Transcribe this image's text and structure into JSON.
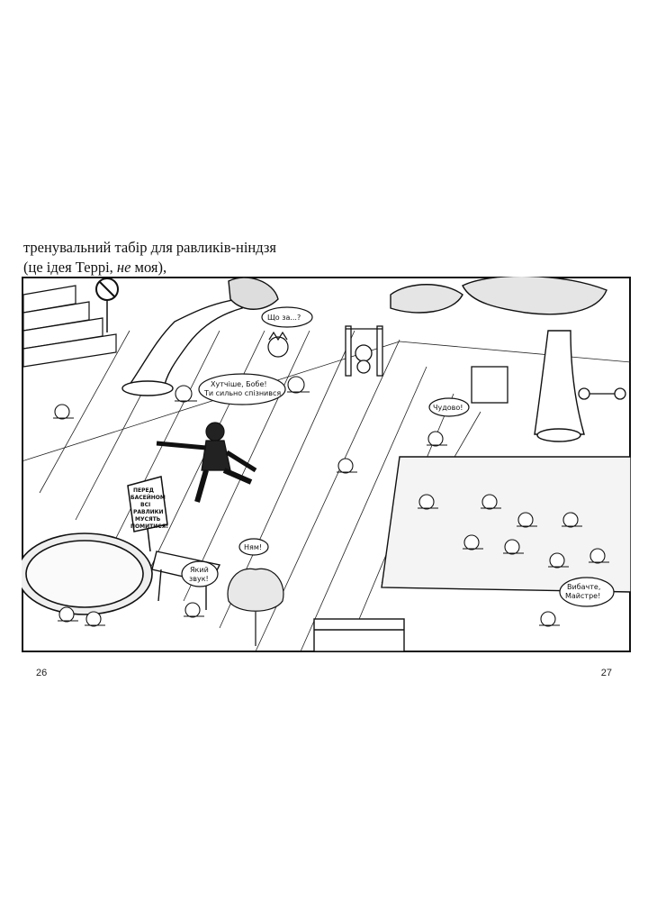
{
  "caption": {
    "line1": "тренувальний табір для равликів-ніндзя",
    "line2_start": "(це ідея Террі, ",
    "line2_emph": "не",
    "line2_end": " моя),"
  },
  "speech": {
    "what": "Що за...?",
    "hurry_1": "Хутчіше, Бобе!",
    "hurry_2": "Ти сильно спізнився.",
    "great": "Чудово!",
    "yum": "Ням!",
    "what_sound_1": "Який",
    "what_sound_2": "звук!",
    "sorry_1": "Вибачте,",
    "sorry_2": "Майстре!"
  },
  "sign": {
    "line1": "ПЕРЕД",
    "line2": "БАСЕЙНОМ",
    "line3": "ВСІ",
    "line4": "РАВЛИКИ",
    "line5": "МУСЯТЬ",
    "line6": "ПОМИТИСЯ!"
  },
  "pages": {
    "left": "26",
    "right": "27"
  }
}
